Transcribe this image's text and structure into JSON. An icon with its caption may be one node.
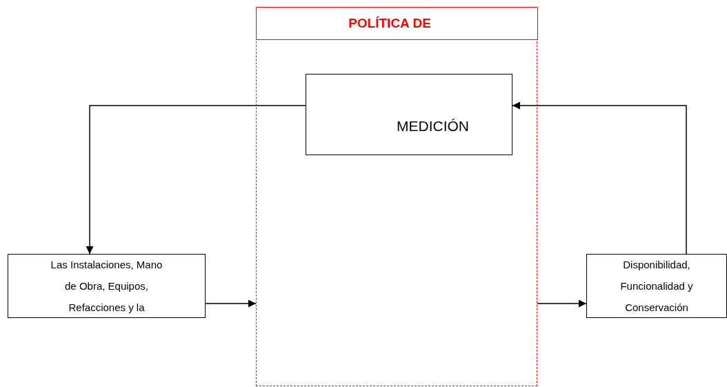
{
  "diagram": {
    "nodes": [
      {
        "text": [
          "POLÍTICA DE"
        ]
      },
      {
        "text": [
          "MEDICIÓN"
        ],
        "in": 0
      },
      {
        "text": [
          "Las Instalaciones, Mano de Obra, Equipos, Refacciones y la"
        ]
      },
      {
        "text": [
          "Disponibilidad, Funcionalidad y Conservación"
        ]
      }
    ],
    "edges": [
      {
        "from": 1,
        "to": 2,
        "arrow": "to"
      },
      {
        "from": 2,
        "to": 0,
        "arrow": "to"
      },
      {
        "from": 0,
        "to": 3,
        "arrow": "to"
      },
      {
        "from": 3,
        "to": 1,
        "arrow": "to"
      }
    ]
  }
}
